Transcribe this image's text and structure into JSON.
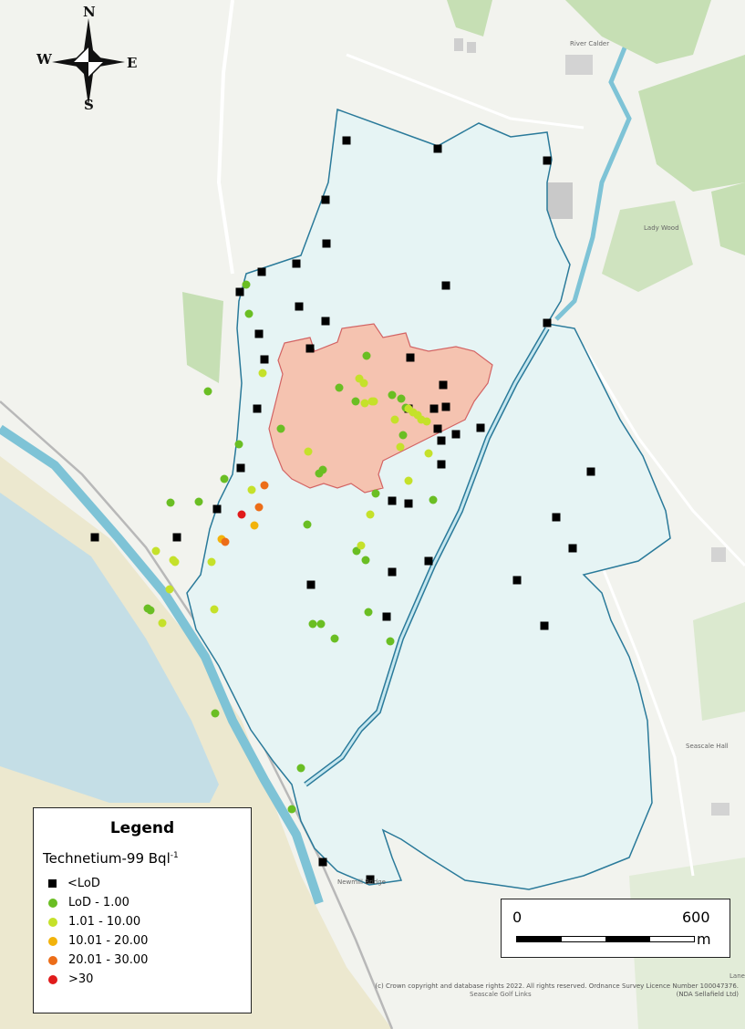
{
  "compass": {
    "n": "N",
    "s": "S",
    "e": "E",
    "w": "W"
  },
  "map_labels": {
    "river": "River Calder",
    "wood": "Lady Wood",
    "hill": "Seascale Hall",
    "newmill": "Newmill Bridge",
    "golf": "Seascale Golf Links",
    "lane": "Lane"
  },
  "legend": {
    "title": "Legend",
    "subtitle_main": "Technetium-99 Bql",
    "subtitle_sup": "-1",
    "classes": [
      {
        "label": "<LoD",
        "color": "#000000",
        "shape": "square"
      },
      {
        "label": "LoD - 1.00",
        "color": "#6abe23",
        "shape": "circle"
      },
      {
        "label": "1.01 - 10.00",
        "color": "#c5e12a",
        "shape": "circle"
      },
      {
        "label": "10.01 - 20.00",
        "color": "#f2b30b",
        "shape": "circle"
      },
      {
        "label": "20.01 - 30.00",
        "color": "#ec6d18",
        "shape": "circle"
      },
      {
        "label": ">30",
        "color": "#e01b1b",
        "shape": "circle"
      }
    ]
  },
  "scale_bar": {
    "left_label": "0",
    "right_label": "600",
    "unit": "m"
  },
  "copyright": {
    "line1": "(c) Crown copyright and database rights 2022. All rights reserved. Ordnance Survey Licence Number 100047376.",
    "line2": "(NDA Sellafield Ltd)"
  }
}
